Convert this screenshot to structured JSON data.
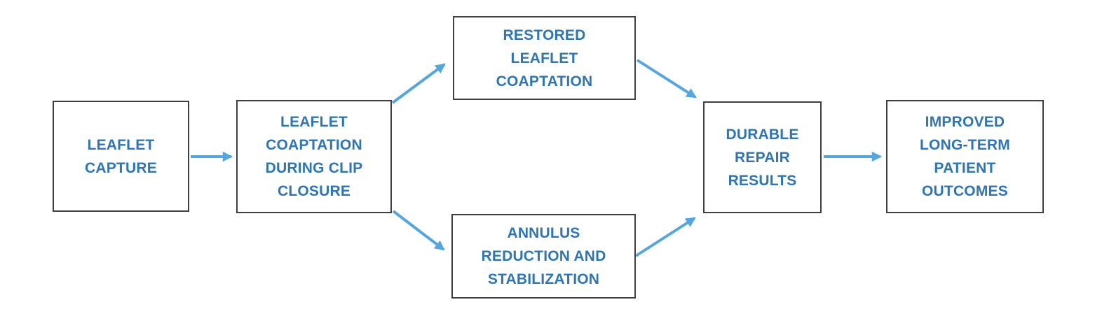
{
  "diagram": {
    "type": "flowchart",
    "colors": {
      "text": "#2e75b6",
      "arrow": "#55a6df",
      "box_border": "#3f3f3f",
      "background": "#ffffff"
    },
    "nodes": [
      {
        "id": "leaflet-capture",
        "label": "LEAFLET CAPTURE",
        "lines": [
          "LEAFLET",
          "CAPTURE"
        ]
      },
      {
        "id": "leaflet-coaptation-during-clip-closure",
        "label": "LEAFLET COAPTATION DURING CLIP CLOSURE",
        "lines": [
          "LEAFLET",
          "COAPTATION",
          "DURING CLIP",
          "CLOSURE"
        ]
      },
      {
        "id": "restored-leaflet-coaptation",
        "label": "RESTORED LEAFLET COAPTATION",
        "lines": [
          "RESTORED",
          "LEAFLET",
          "COAPTATION"
        ]
      },
      {
        "id": "annulus-reduction-and-stabilization",
        "label": "ANNULUS REDUCTION AND STABILIZATION",
        "lines": [
          "ANNULUS",
          "REDUCTION AND",
          "STABILIZATION"
        ]
      },
      {
        "id": "durable-repair-results",
        "label": "DURABLE REPAIR RESULTS",
        "lines": [
          "DURABLE",
          "REPAIR",
          "RESULTS"
        ]
      },
      {
        "id": "improved-long-term-patient-outcomes",
        "label": "IMPROVED LONG-TERM PATIENT OUTCOMES",
        "lines": [
          "IMPROVED",
          "LONG-TERM",
          "PATIENT",
          "OUTCOMES"
        ]
      }
    ],
    "edges": [
      {
        "from": "leaflet-capture",
        "to": "leaflet-coaptation-during-clip-closure"
      },
      {
        "from": "leaflet-coaptation-during-clip-closure",
        "to": "restored-leaflet-coaptation"
      },
      {
        "from": "leaflet-coaptation-during-clip-closure",
        "to": "annulus-reduction-and-stabilization"
      },
      {
        "from": "restored-leaflet-coaptation",
        "to": "durable-repair-results"
      },
      {
        "from": "annulus-reduction-and-stabilization",
        "to": "durable-repair-results"
      },
      {
        "from": "durable-repair-results",
        "to": "improved-long-term-patient-outcomes"
      }
    ]
  }
}
